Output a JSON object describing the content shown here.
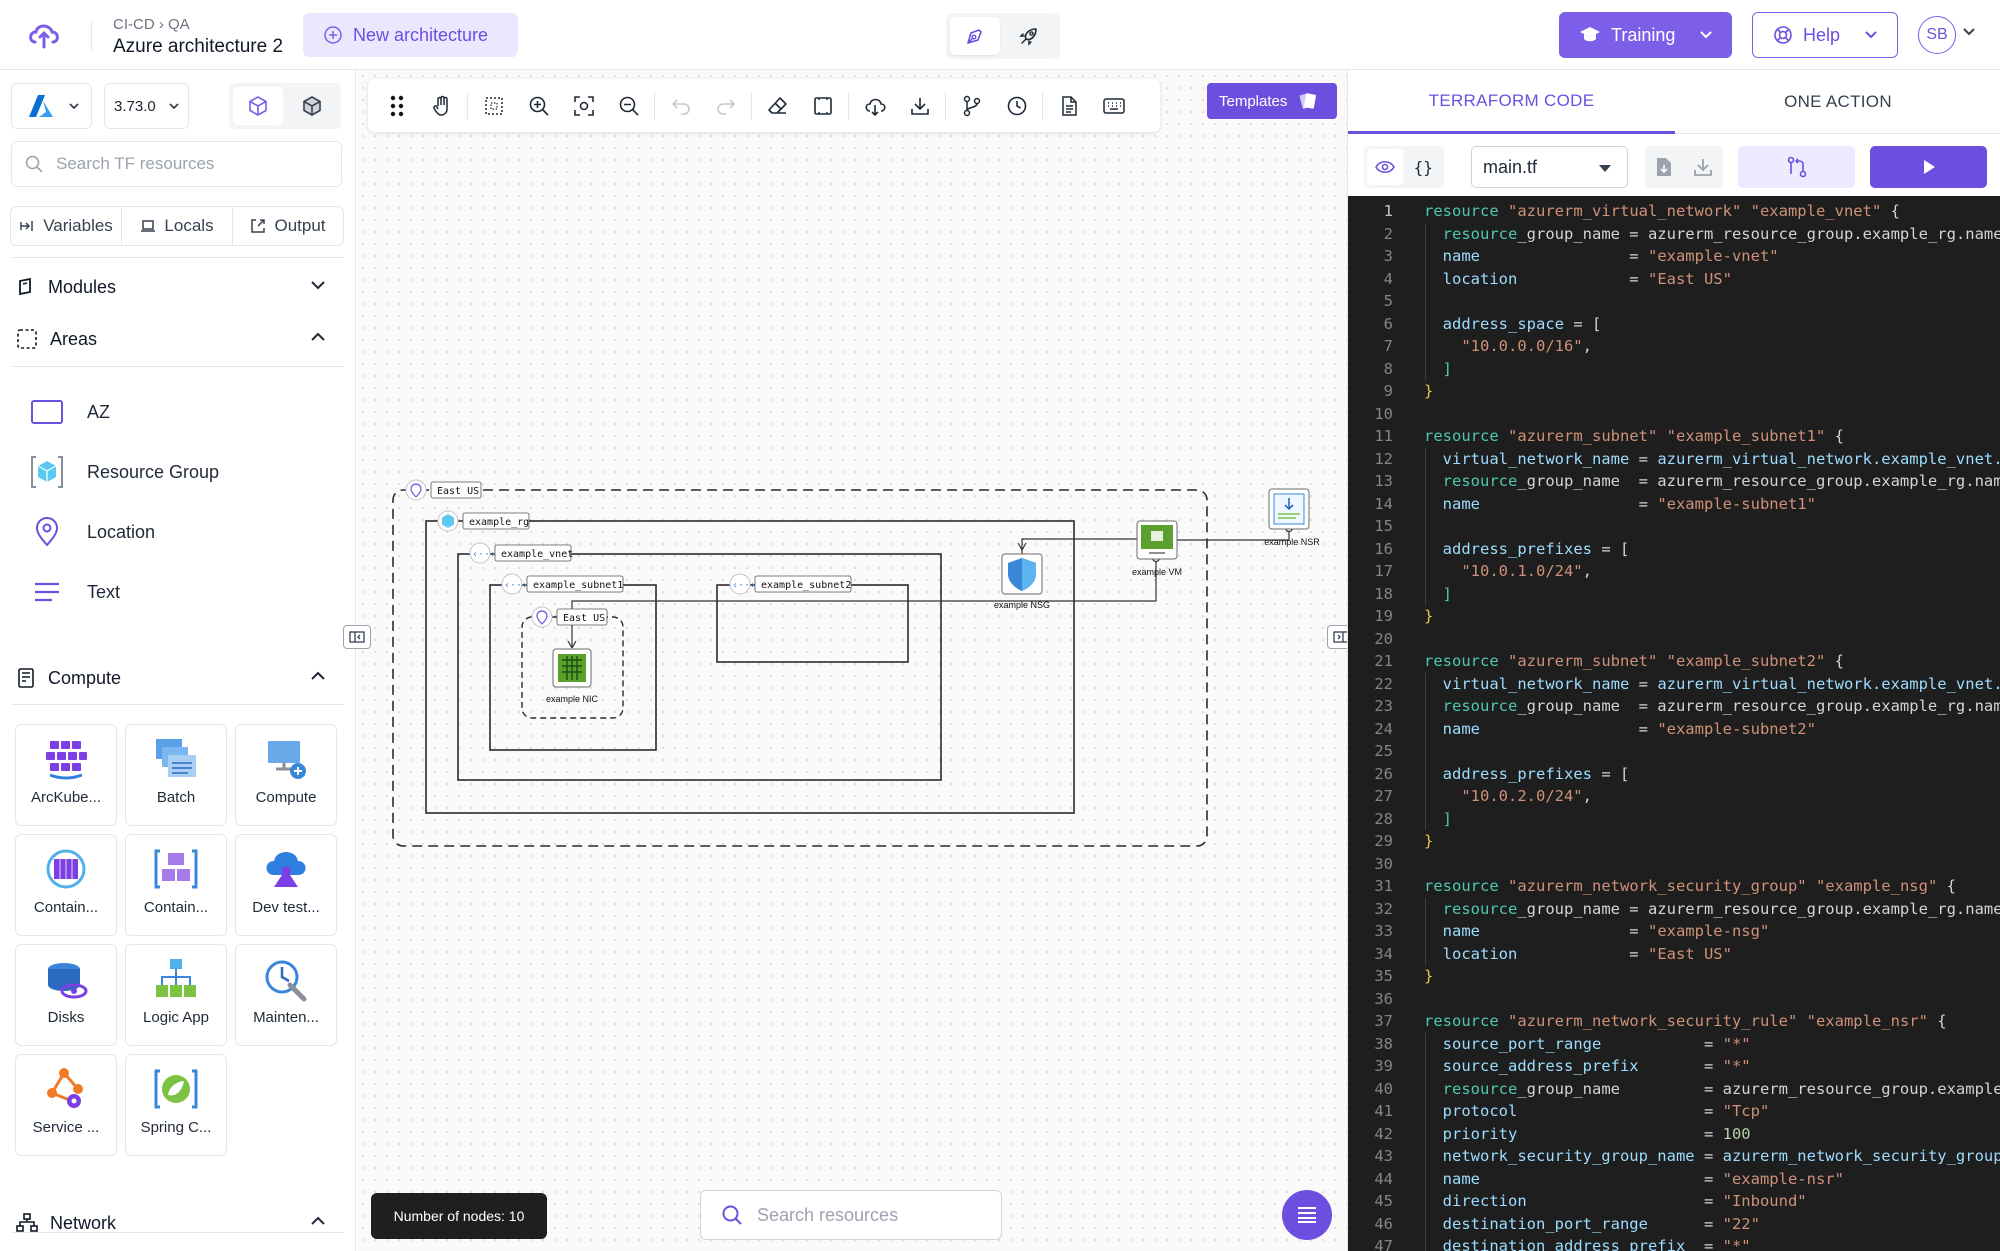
{
  "header": {
    "breadcrumb": "CI-CD › QA",
    "project_title": "Azure architecture 2",
    "new_arch_label": "New architecture",
    "training_label": "Training",
    "help_label": "Help",
    "avatar_initials": "SB",
    "accent_color": "#7d5ee8"
  },
  "sidebar": {
    "provider_icon": "azure-logo",
    "version": "3.73.0",
    "search_placeholder": "Search TF resources",
    "tabs": [
      "Variables",
      "Locals",
      "Output"
    ],
    "sections": {
      "modules": "Modules",
      "areas": "Areas",
      "compute": "Compute",
      "network": "Network"
    },
    "areas": [
      "AZ",
      "Resource Group",
      "Location",
      "Text"
    ],
    "compute_items": [
      "ArcKube...",
      "Batch",
      "Compute",
      "Contain...",
      "Contain...",
      "Dev test...",
      "Disks",
      "Logic App",
      "Mainten...",
      "Service ...",
      "Spring C..."
    ]
  },
  "canvas": {
    "templates_label": "Templates",
    "node_count": "Number of nodes: 10",
    "search_placeholder": "Search resources",
    "diagram": {
      "location_outer": "East US",
      "resource_group": "example_rg",
      "vnet": "example_vnet",
      "subnet1": "example_subnet1",
      "subnet2": "example_subnet2",
      "location_inner": "East US",
      "nic": "example NIC",
      "nsg": "example NSG",
      "vm": "example VM",
      "nsr": "example NSR"
    }
  },
  "right_panel": {
    "tabs": [
      "TERRAFORM CODE",
      "ONE ACTION"
    ],
    "active_tab": "TERRAFORM CODE",
    "file": "main.tf",
    "code_lines": [
      "resource \"azurerm_virtual_network\" \"example_vnet\" {",
      "  resource_group_name = azurerm_resource_group.example_rg.name",
      "  name                = \"example-vnet\"",
      "  location            = \"East US\"",
      "",
      "  address_space = [",
      "    \"10.0.0.0/16\",",
      "  ]",
      "}",
      "",
      "resource \"azurerm_subnet\" \"example_subnet1\" {",
      "  virtual_network_name = azurerm_virtual_network.example_vnet.na",
      "  resource_group_name  = azurerm_resource_group.example_rg.name",
      "  name                 = \"example-subnet1\"",
      "",
      "  address_prefixes = [",
      "    \"10.0.1.0/24\",",
      "  ]",
      "}",
      "",
      "resource \"azurerm_subnet\" \"example_subnet2\" {",
      "  virtual_network_name = azurerm_virtual_network.example_vnet.na",
      "  resource_group_name  = azurerm_resource_group.example_rg.name",
      "  name                 = \"example-subnet2\"",
      "",
      "  address_prefixes = [",
      "    \"10.0.2.0/24\",",
      "  ]",
      "}",
      "",
      "resource \"azurerm_network_security_group\" \"example_nsg\" {",
      "  resource_group_name = azurerm_resource_group.example_rg.name",
      "  name                = \"example-nsg\"",
      "  location            = \"East US\"",
      "}",
      "",
      "resource \"azurerm_network_security_rule\" \"example_nsr\" {",
      "  source_port_range           = \"*\"",
      "  source_address_prefix       = \"*\"",
      "  resource_group_name         = azurerm_resource_group.example_r",
      "  protocol                    = \"Tcp\"",
      "  priority                    = 100",
      "  network_security_group_name = azurerm_network_security_group.e",
      "  name                        = \"example-nsr\"",
      "  direction                   = \"Inbound\"",
      "  destination_port_range      = \"22\"",
      "  destination_address_prefix  = \"*\""
    ],
    "syntax_colors": {
      "keyword": "#4ec9b0",
      "string": "#ce9178",
      "attribute": "#9cdcfe",
      "number": "#b5cea8",
      "punctuation": "#d4d4d4"
    }
  }
}
